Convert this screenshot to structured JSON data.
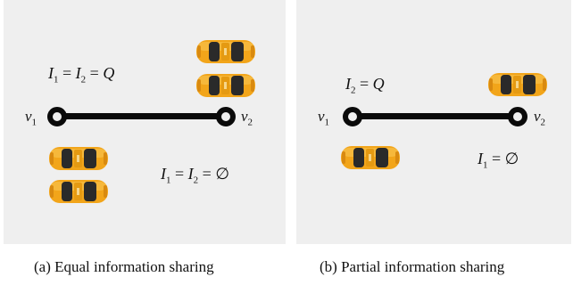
{
  "panel_a": {
    "caption": "(a) Equal information sharing",
    "node_left": {
      "label": "v",
      "sub": "1"
    },
    "node_right": {
      "label": "v",
      "sub": "2"
    },
    "info_top": {
      "lhs1": "I",
      "sub1": "1",
      "lhs2": "I",
      "sub2": "2",
      "rhs": "Q"
    },
    "info_bottom": {
      "lhs1": "I",
      "sub1": "1",
      "lhs2": "I",
      "sub2": "2",
      "rhs": "∅"
    }
  },
  "panel_b": {
    "caption": "(b) Partial information sharing",
    "node_left": {
      "label": "v",
      "sub": "1"
    },
    "node_right": {
      "label": "v",
      "sub": "2"
    },
    "info_left": {
      "lhs": "I",
      "sub": "2",
      "rhs": "Q"
    },
    "info_right": {
      "lhs": "I",
      "sub": "1",
      "rhs": "∅"
    }
  },
  "colors": {
    "panel_bg": "#efefef",
    "car_body": "#f2a51a",
    "edge": "#0a0a0a"
  },
  "icons": {
    "vehicle": "taxi-car-icon"
  }
}
